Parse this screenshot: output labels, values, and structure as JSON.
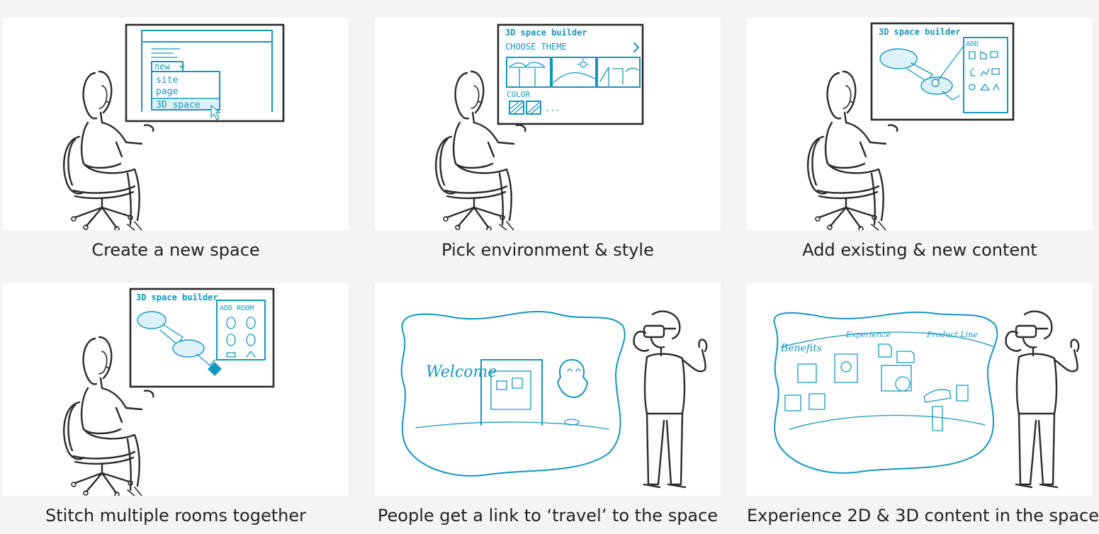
{
  "panels": [
    {
      "caption": "Create a new space",
      "menu": [
        "new",
        "site",
        "page",
        "3D space"
      ]
    },
    {
      "caption": "Pick environment & style",
      "title": "3D space builder",
      "subtitle": "CHOOSE THEME",
      "color_label": "COLOR",
      "more": "..."
    },
    {
      "caption": "Add existing & new content",
      "title": "3D space builder",
      "add_label": "ADD"
    },
    {
      "caption": "Stitch multiple rooms together",
      "title": "3D space builder",
      "add_room_label": "ADD ROOM"
    },
    {
      "caption": "People get a link to ‘travel’ to the space",
      "welcome": "Welcome"
    },
    {
      "caption": "Experience 2D & 3D content in the space",
      "labels": [
        "Benefits",
        "Experience",
        "Product Line"
      ]
    }
  ],
  "colors": {
    "accent": "#1496c0",
    "ink": "#2a2a2a",
    "background": "#f4f4f4"
  }
}
